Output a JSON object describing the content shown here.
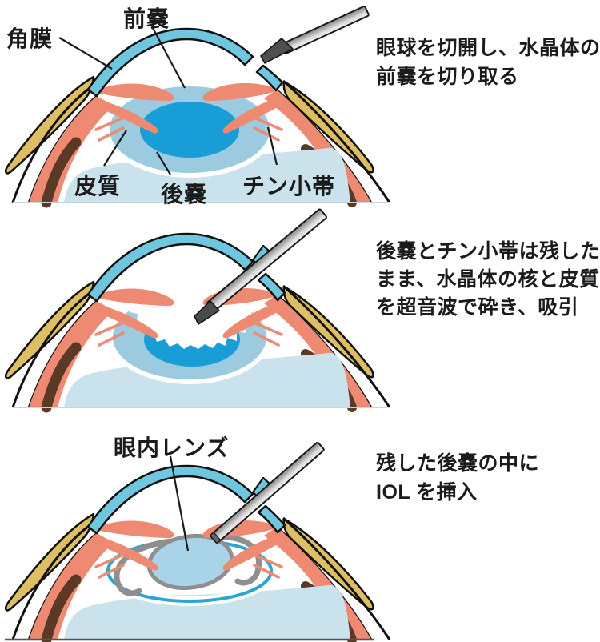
{
  "panels": [
    {
      "step": 1,
      "description_lines": [
        "眼球を切開し、水晶体の",
        "前嚢を切り取る"
      ],
      "labels": {
        "cornea": "角膜",
        "anterior_capsule": "前嚢",
        "cortex": "皮質",
        "posterior_capsule": "後嚢",
        "zonules": "チン小帯"
      }
    },
    {
      "step": 2,
      "description_lines": [
        "後嚢とチン小帯は残した",
        "まま、水晶体の核と皮質",
        "を超音波で砕き、吸引"
      ],
      "labels": {}
    },
    {
      "step": 3,
      "description_lines": [
        "残した後嚢の中に",
        "IOL を挿入"
      ],
      "labels": {
        "intraocular_lens": "眼内レンズ"
      }
    }
  ],
  "colors": {
    "cornea_blue": "#6FC7DF",
    "lens_cortex": "#9CCADE",
    "lens_nucleus": "#189DD6",
    "vitreous": "#C9E2EC",
    "uvea_salmon": "#EE8A72",
    "sclera_wedge_yellow": "#DDBE63",
    "choroid_brown": "#5A3A26",
    "iol_optic": "#A9D3E8",
    "capsule_outline": "#2AA5D4",
    "instrument_dark": "#4A4A4A",
    "text": "#1B1B1B"
  }
}
